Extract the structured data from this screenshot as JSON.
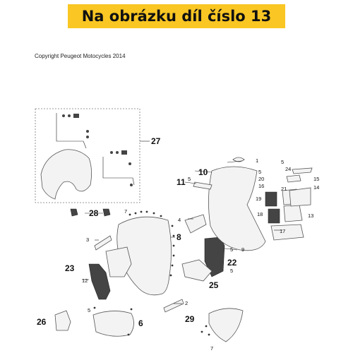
{
  "banner": {
    "text": "Na obrázku díl číslo 13",
    "bg_color": "#f9c623"
  },
  "copyright": "Copyright Peugeot Motocycles 2014",
  "callouts": [
    {
      "id": "27",
      "label": "27",
      "size": "big"
    },
    {
      "id": "28",
      "label": "28",
      "size": "big"
    },
    {
      "id": "10",
      "label": "10",
      "size": "big"
    },
    {
      "id": "11",
      "label": "11",
      "size": "big"
    },
    {
      "id": "8",
      "label": "8",
      "size": "big"
    },
    {
      "id": "23",
      "label": "23",
      "size": "big"
    },
    {
      "id": "22",
      "label": "22",
      "size": "big"
    },
    {
      "id": "25",
      "label": "25",
      "size": "big"
    },
    {
      "id": "26",
      "label": "26",
      "size": "big"
    },
    {
      "id": "6",
      "label": "6",
      "size": "big"
    },
    {
      "id": "29",
      "label": "29",
      "size": "big"
    },
    {
      "id": "1",
      "label": "1",
      "size": "sm"
    },
    {
      "id": "5a",
      "label": "5",
      "size": "sm"
    },
    {
      "id": "5b",
      "label": "5",
      "size": "sm"
    },
    {
      "id": "5c",
      "label": "5",
      "size": "sm"
    },
    {
      "id": "5d",
      "label": "5",
      "size": "sm"
    },
    {
      "id": "5e",
      "label": "5",
      "size": "sm"
    },
    {
      "id": "5f",
      "label": "5",
      "size": "sm"
    },
    {
      "id": "24",
      "label": "24",
      "size": "sm"
    },
    {
      "id": "20",
      "label": "20",
      "size": "sm"
    },
    {
      "id": "16",
      "label": "16",
      "size": "sm"
    },
    {
      "id": "15",
      "label": "15",
      "size": "sm"
    },
    {
      "id": "14",
      "label": "14",
      "size": "sm"
    },
    {
      "id": "19",
      "label": "19",
      "size": "sm"
    },
    {
      "id": "21",
      "label": "21",
      "size": "sm"
    },
    {
      "id": "18",
      "label": "18",
      "size": "sm"
    },
    {
      "id": "13",
      "label": "13",
      "size": "sm"
    },
    {
      "id": "17",
      "label": "17",
      "size": "sm"
    },
    {
      "id": "9",
      "label": "9",
      "size": "sm"
    },
    {
      "id": "4",
      "label": "4",
      "size": "sm"
    },
    {
      "id": "7a",
      "label": "7",
      "size": "sm"
    },
    {
      "id": "7b",
      "label": "7",
      "size": "sm"
    },
    {
      "id": "3",
      "label": "3",
      "size": "sm"
    },
    {
      "id": "12",
      "label": "12",
      "size": "sm"
    },
    {
      "id": "2",
      "label": "2",
      "size": "sm"
    }
  ]
}
